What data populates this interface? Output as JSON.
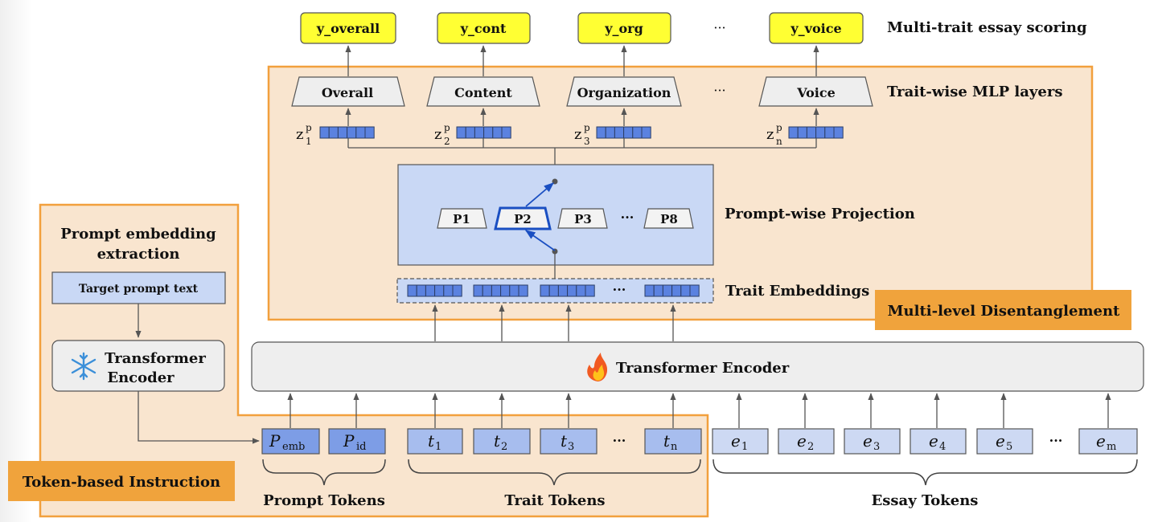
{
  "outputs": [
    "y_overall",
    "y_cont",
    "y_org",
    "y_voice"
  ],
  "outputs_dots": "···",
  "labels": {
    "scoring": "Multi-trait essay scoring",
    "mlp": "Trait-wise MLP layers",
    "projection": "Prompt-wise Projection",
    "trait_embeddings": "Trait Embeddings",
    "multi_level": "Multi-level Disentanglement",
    "token_instruction": "Token-based Instruction",
    "prompt_tokens": "Prompt Tokens",
    "trait_tokens": "Trait Tokens",
    "essay_tokens": "Essay Tokens"
  },
  "mlp_layers": [
    "Overall",
    "Content",
    "Organization",
    "Voice"
  ],
  "mlp_dots": "···",
  "z_vectors": [
    {
      "base": "z",
      "sup": "p",
      "sub": "1"
    },
    {
      "base": "z",
      "sup": "p",
      "sub": "2"
    },
    {
      "base": "z",
      "sup": "p",
      "sub": "3"
    },
    {
      "base": "z",
      "sup": "p",
      "sub": "n"
    }
  ],
  "projections": [
    "P1",
    "P2",
    "P3",
    "P8"
  ],
  "projections_dots": "···",
  "selected_projection": "P2",
  "trait_emb_dots": "···",
  "extraction": {
    "title_line1": "Prompt embedding",
    "title_line2": "extraction",
    "target_text": "Target prompt text",
    "encoder_line1": "Transformer",
    "encoder_line2": "Encoder"
  },
  "main_encoder": "Transformer Encoder",
  "prompt_token_list": [
    {
      "base": "P",
      "sub": "emb"
    },
    {
      "base": "P",
      "sub": "id"
    }
  ],
  "trait_token_list": [
    {
      "base": "t",
      "sub": "1"
    },
    {
      "base": "t",
      "sub": "2"
    },
    {
      "base": "t",
      "sub": "3"
    },
    {
      "base": "t",
      "sub": "n"
    }
  ],
  "trait_tokens_dots": "···",
  "essay_token_list": [
    {
      "base": "e",
      "sub": "1"
    },
    {
      "base": "e",
      "sub": "2"
    },
    {
      "base": "e",
      "sub": "3"
    },
    {
      "base": "e",
      "sub": "4"
    },
    {
      "base": "e",
      "sub": "5"
    },
    {
      "base": "e",
      "sub": "m"
    }
  ],
  "essay_tokens_dots": "···",
  "colors": {
    "orange_border": "#f2a03d",
    "orange_fill": "#f9e5cf",
    "orange_label": "#f0a33c",
    "yellow": "#ffff33",
    "blue_panel": "#c9d8f5",
    "blue_dark": "#1a4fc2",
    "token_light": "#cdd9f3",
    "token_medium": "#a7bdee",
    "token_dark": "#7d9de6"
  }
}
